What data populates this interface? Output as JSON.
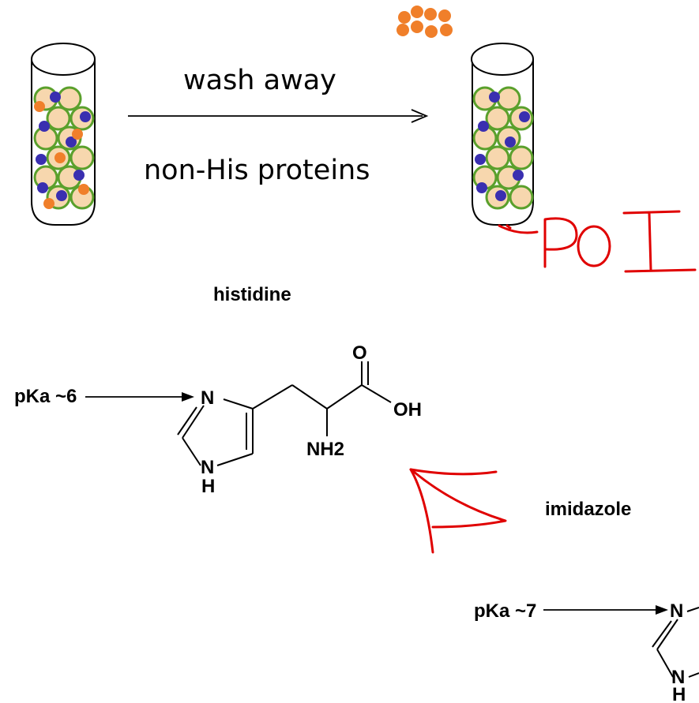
{
  "wash_step": {
    "caption_top": "wash away",
    "caption_bottom": "non-His proteins"
  },
  "annotation": {
    "handwritten": "POI",
    "ink_color": "#e00000"
  },
  "histidine": {
    "title": "histidine",
    "pka_label": "pKa ~6",
    "atoms": {
      "ring_n_top": "N",
      "ring_nh_n": "N",
      "ring_nh_h": "H",
      "carbonyl_o": "O",
      "hydroxyl": "OH",
      "amine": "NH2"
    }
  },
  "imidazole": {
    "title": "imidazole",
    "pka_label": "pKa ~7",
    "atoms": {
      "ring_n_top": "N",
      "ring_nh_n": "N",
      "ring_nh_h": "H"
    }
  },
  "colors": {
    "bead_fill": "#f7d7ae",
    "bead_outline": "#5aa02c",
    "his_protein": "#3a2fb0",
    "other_protein": "#f07f2a"
  }
}
